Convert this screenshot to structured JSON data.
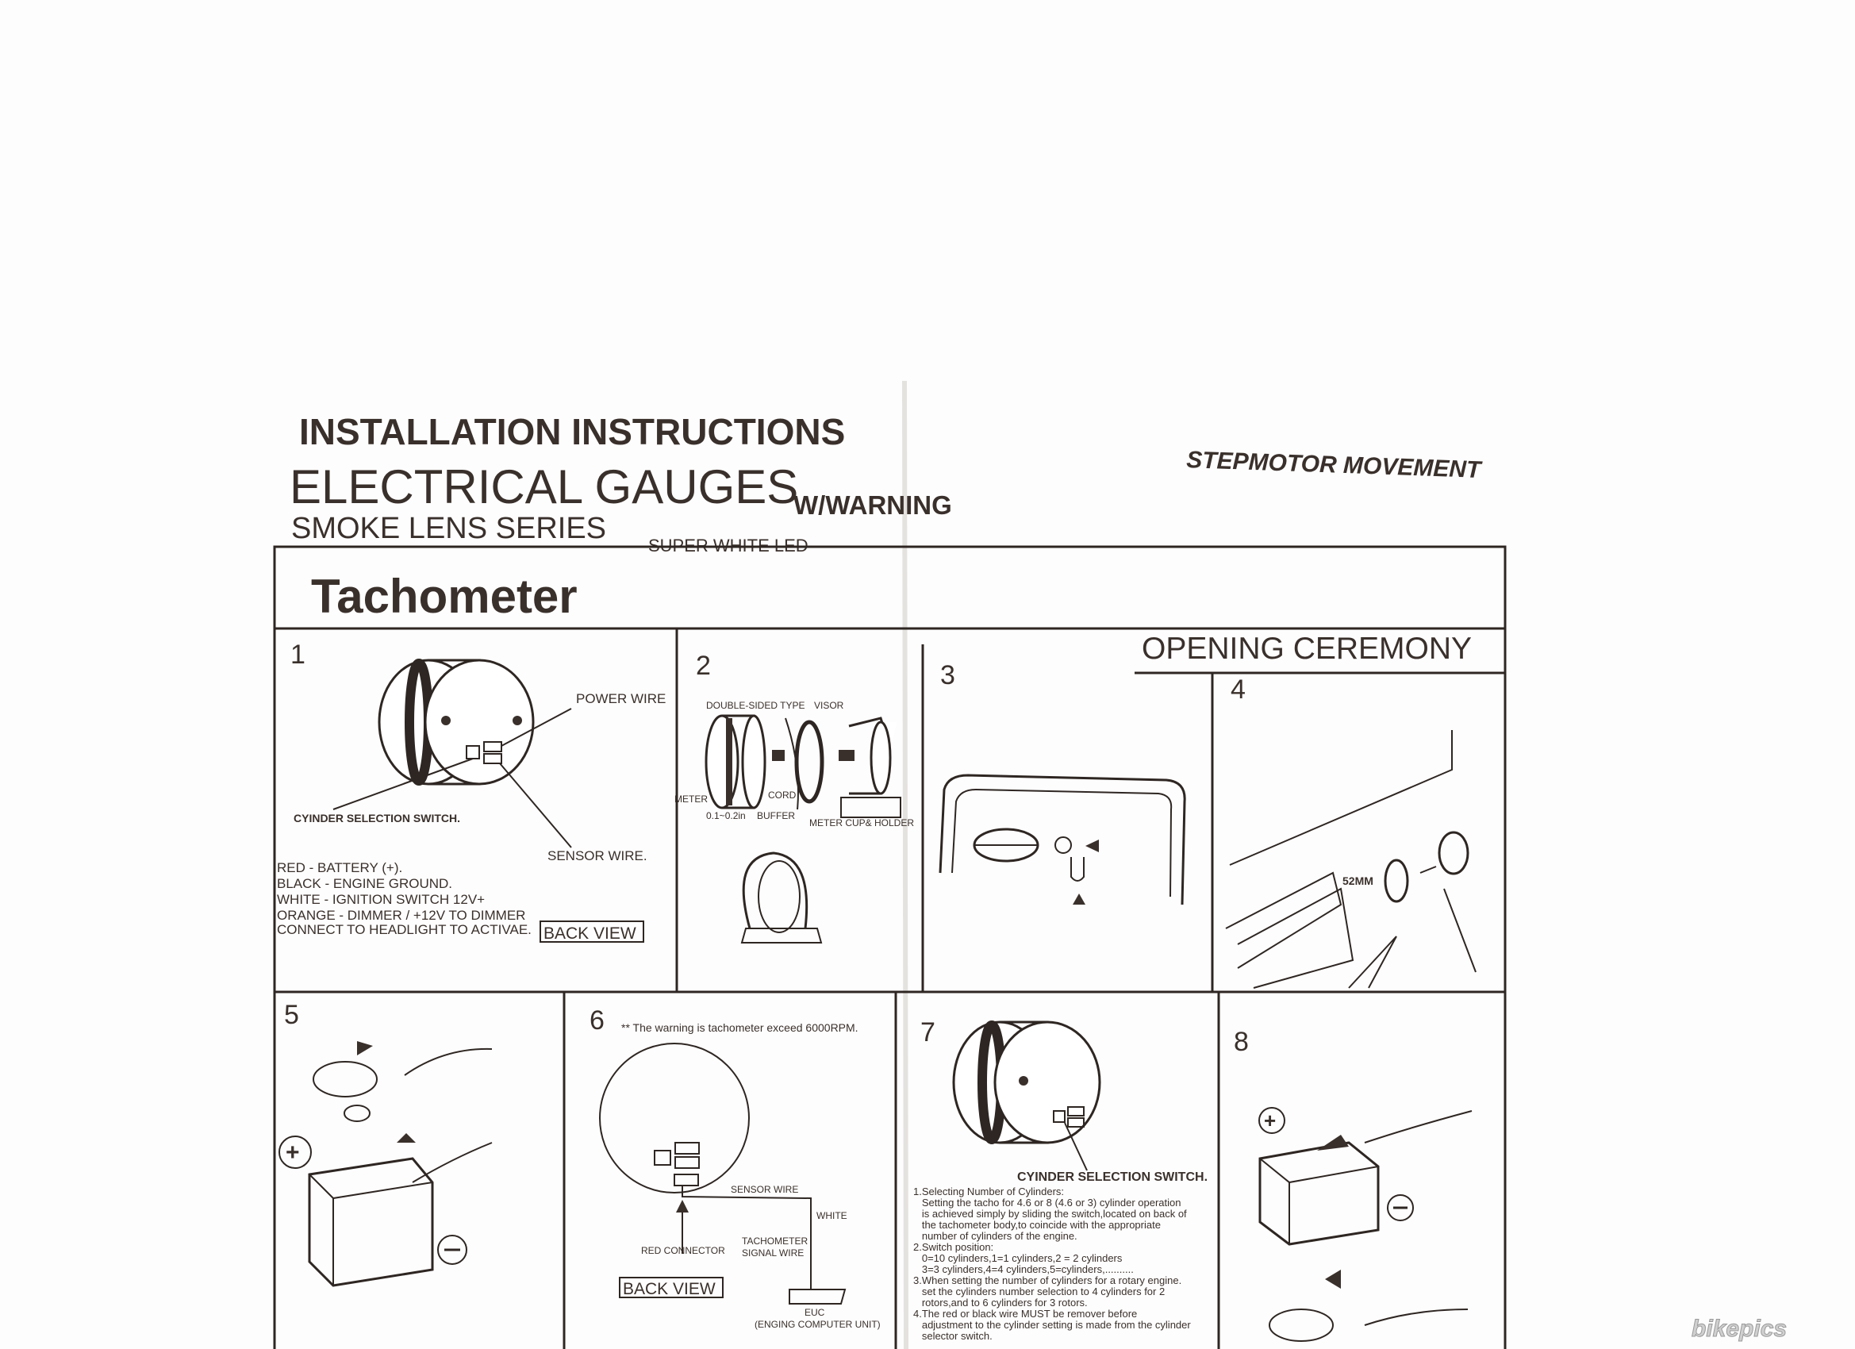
{
  "header": {
    "line1": "INSTALLATION INSTRUCTIONS",
    "line2": "ELECTRICAL GAUGES",
    "line2_suffix": "W/WARNING",
    "line3": "SMOKE LENS SERIES",
    "line3_suffix": "SUPER WHITE LED",
    "movement": "STEPMOTOR MOVEMENT"
  },
  "title": "Tachometer",
  "subtitle": "OPENING CEREMONY",
  "panel1": {
    "number": "1",
    "power_wire": "POWER WIRE",
    "cylinder_switch": "CYINDER SELECTION SWITCH.",
    "sensor_wire": "SENSOR WIRE.",
    "wires": [
      "RED - BATTERY (+).",
      "BLACK - ENGINE GROUND.",
      "WHITE - IGNITION SWITCH 12V+",
      "ORANGE - DIMMER / +12V TO DIMMER",
      "CONNECT TO HEADLIGHT TO ACTIVAE."
    ],
    "back_view": "BACK VIEW"
  },
  "panel2": {
    "number": "2",
    "double_sided": "DOUBLE-SIDED TYPE",
    "visor": "VISOR",
    "meter": "METER",
    "cord": "CORD",
    "gap": "0.1~0.2in",
    "buffer": "BUFFER",
    "cup_holder": "METER CUP& HOLDER"
  },
  "panel3": {
    "number": "3"
  },
  "panel4": {
    "number": "4",
    "size": "52MM"
  },
  "panel5": {
    "number": "5"
  },
  "panel6": {
    "number": "6",
    "warning": "** The warning is tachometer exceed 6000RPM.",
    "sensor_wire": "SENSOR WIRE",
    "white": "WHITE",
    "tach_signal_1": "TACHOMETER",
    "tach_signal_2": "SIGNAL WIRE",
    "red_connector": "RED CONNECTOR",
    "back_view": "BACK VIEW",
    "euc": "EUC",
    "euc_full": "(ENGING COMPUTER UNIT)"
  },
  "panel7": {
    "number": "7",
    "cylinder_switch": "CYINDER SELECTION SWITCH.",
    "instructions": [
      "1.Selecting Number of Cylinders:",
      "   Setting the tacho for 4.6 or 8 (4.6 or 3) cylinder operation",
      "   is achieved simply by sliding the switch,located on back of",
      "   the tachometer body,to coincide with the appropriate",
      "   number of cylinders of the engine.",
      "2.Switch position:",
      "   0=10 cylinders,1=1 cylinders,2 = 2 cylinders",
      "   3=3 cylinders,4=4 cylinders,5=cylinders,..........",
      "3.When setting the number of cylinders for a rotary engine.",
      "   set the cylinders number selection to 4 cylinders for 2",
      "   rotors,and to 6 cylinders for 3 rotors.",
      "4.The red or black wire MUST be remover before",
      "   adjustment to the cylinder setting is made from the cylinder",
      "   selector switch."
    ]
  },
  "panel8": {
    "number": "8"
  },
  "watermark": "bikepics"
}
